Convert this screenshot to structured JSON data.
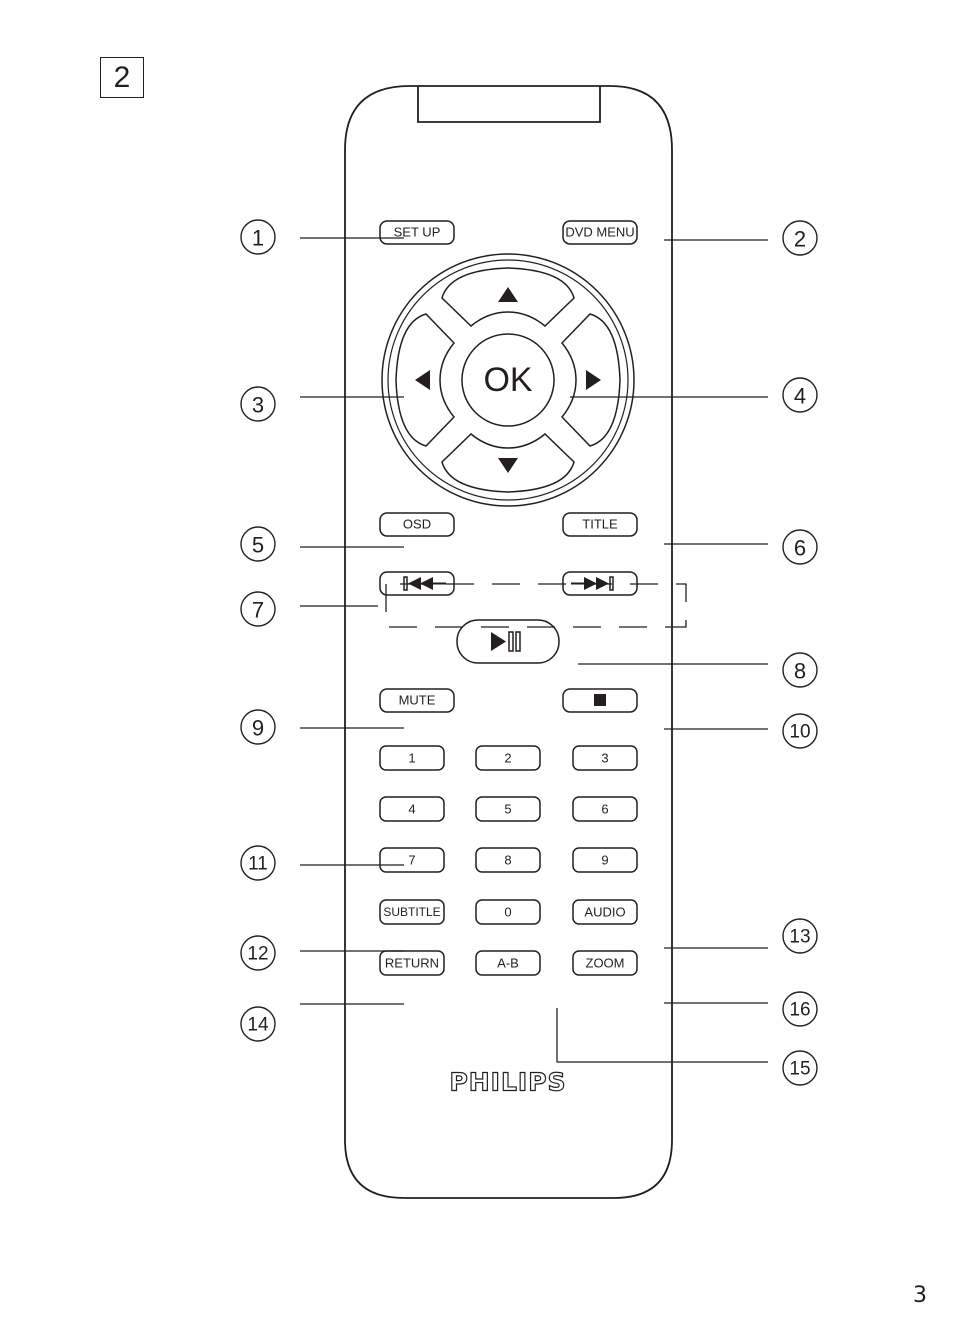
{
  "figure_label": "2",
  "page_number": "3",
  "brand": "PHILIPS",
  "buttons": {
    "setup": "SET  UP",
    "dvd_menu": "DVD MENU",
    "ok": "OK",
    "osd": "OSD",
    "title": "TITLE",
    "mute": "MUTE",
    "num_1": "1",
    "num_2": "2",
    "num_3": "3",
    "num_4": "4",
    "num_5": "5",
    "num_6": "6",
    "num_7": "7",
    "num_8": "8",
    "num_9": "9",
    "subtitle": "SUBTITLE",
    "num_0": "0",
    "audio": "AUDIO",
    "return": "RETURN",
    "ab": "A-B",
    "zoom": "ZOOM"
  },
  "icons": {
    "up": "triangle-up-icon",
    "down": "triangle-down-icon",
    "left": "triangle-left-icon",
    "right": "triangle-right-icon",
    "prev": "skip-previous-icon",
    "next": "skip-next-icon",
    "play_pause": "play-pause-icon",
    "stop": "stop-icon"
  },
  "callouts": {
    "c1": "1",
    "c2": "2",
    "c3": "3",
    "c4": "4",
    "c5": "5",
    "c6": "6",
    "c7": "7",
    "c8": "8",
    "c9": "9",
    "c10": "10",
    "c11": "11",
    "c12": "12",
    "c13": "13",
    "c14": "14",
    "c15": "15",
    "c16": "16"
  }
}
